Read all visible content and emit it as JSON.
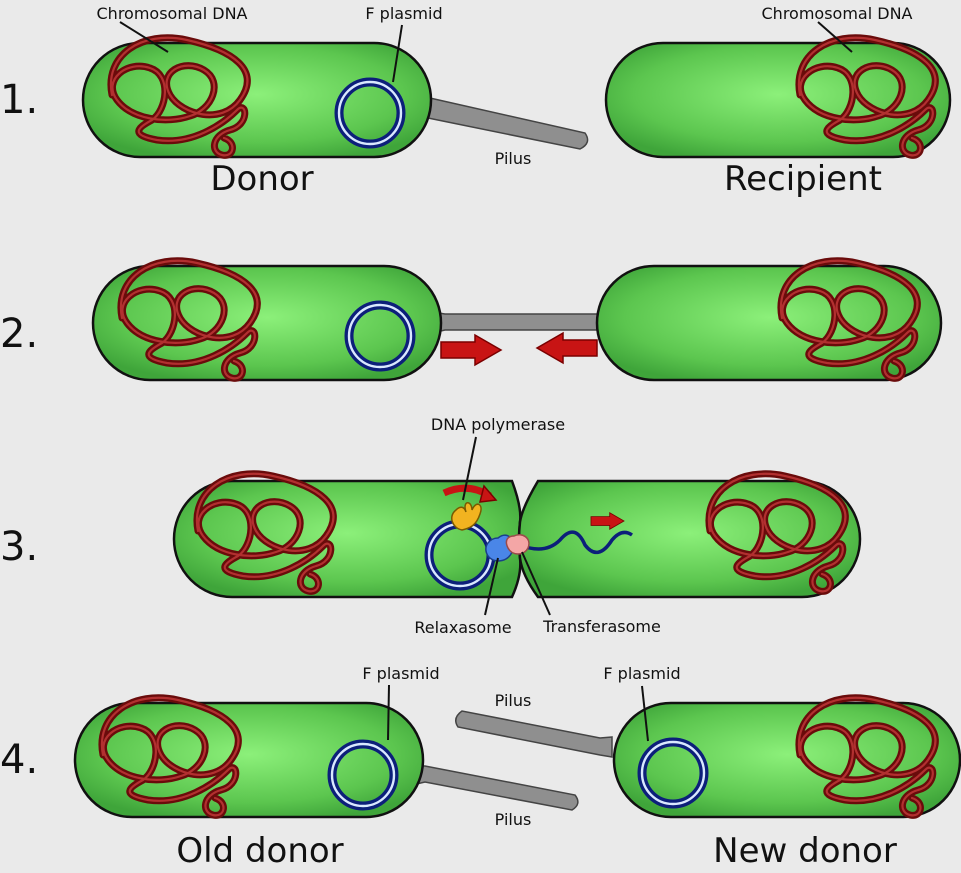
{
  "labels": {
    "chromosomal_dna": "Chromosomal DNA",
    "f_plasmid": "F plasmid",
    "pilus": "Pilus",
    "donor": "Donor",
    "recipient": "Recipient",
    "dna_polymerase": "DNA polymerase",
    "relaxasome": "Relaxasome",
    "transferasome": "Transferasome",
    "old_donor": "Old donor",
    "new_donor": "New donor"
  },
  "steps": [
    "1.",
    "2.",
    "3.",
    "4."
  ],
  "colors": {
    "background": "#eaeaea",
    "cell_fill_center": "#8cf07a",
    "cell_fill_edge": "#3fa53a",
    "chromosome": "#6a0b0b",
    "plasmid": "#0c1f7a",
    "pilus": "#8f8f8f",
    "arrow": "#c81414",
    "dna_polymerase": "#f2b320",
    "relaxasome": "#4a86e8",
    "transferasome": "#f4a6a6"
  }
}
